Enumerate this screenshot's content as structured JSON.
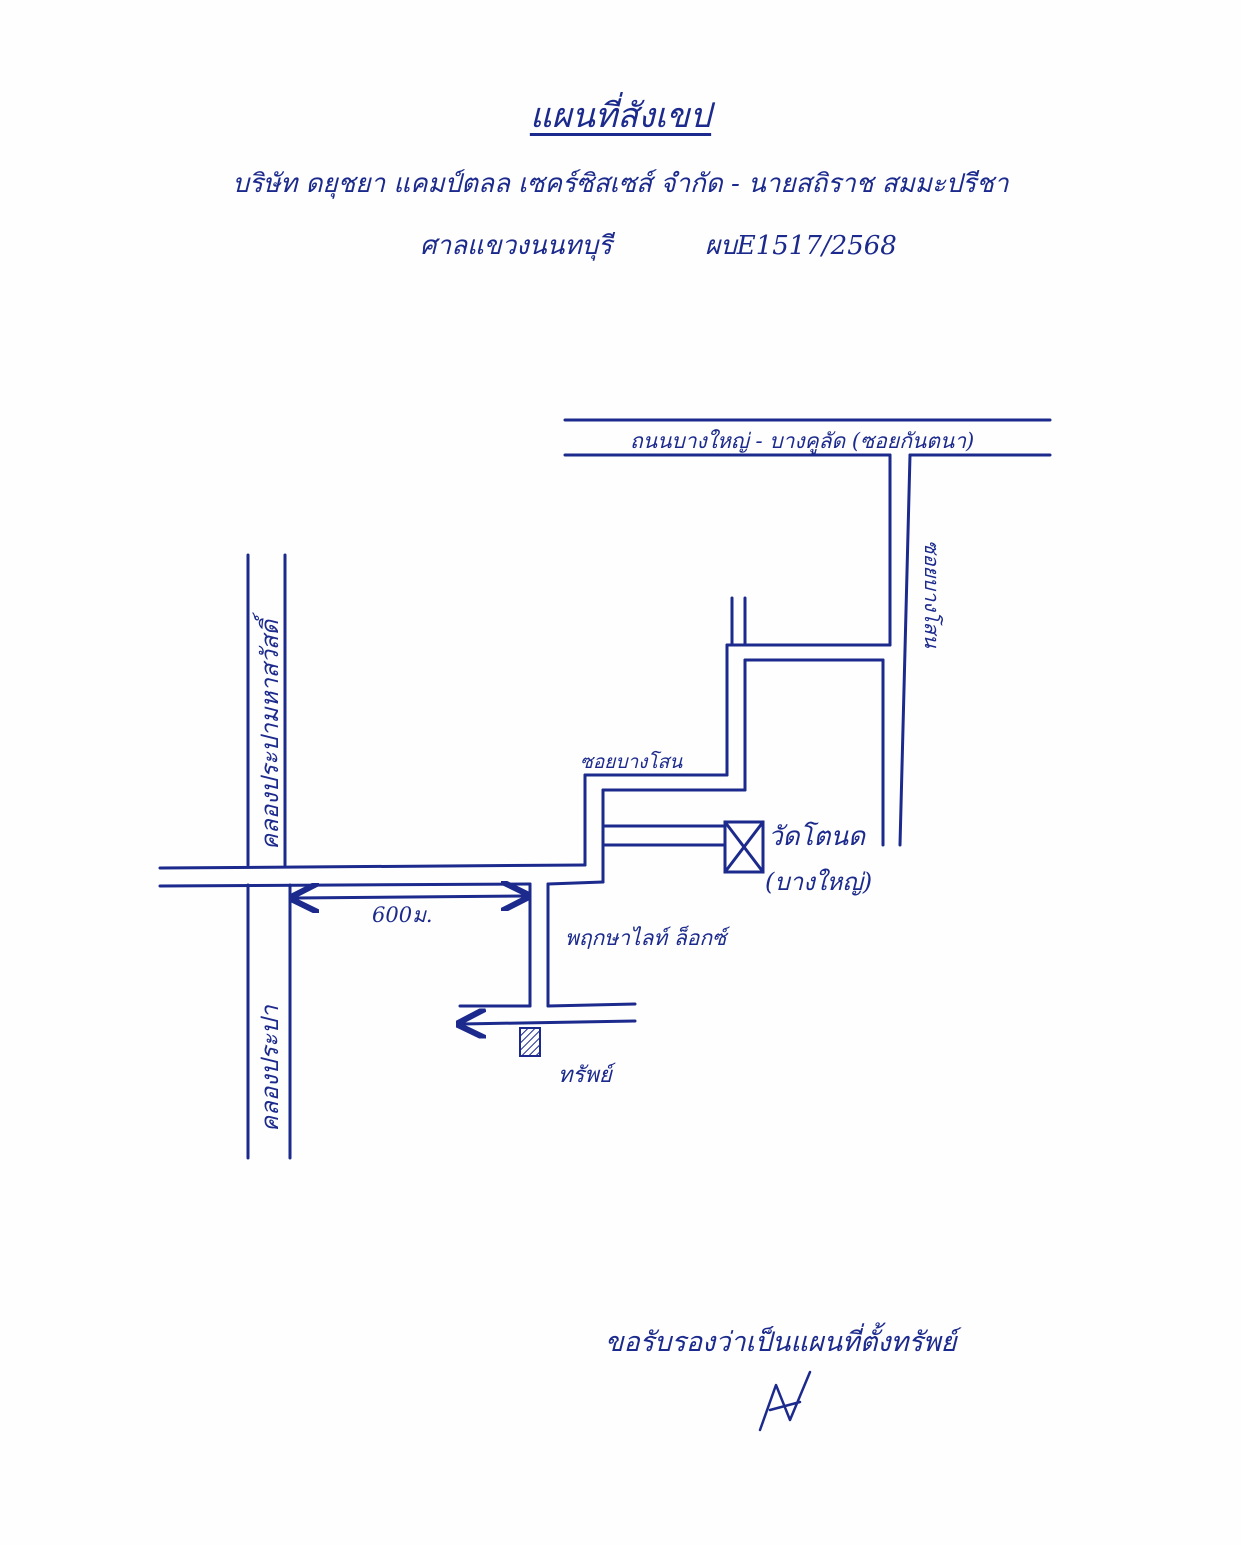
{
  "header": {
    "title": "แผนที่สังเขป",
    "parties": "บริษัท ดยุชยา แคมป์ตลล เซคร์ซิสเซส์ จำกัด - นายสถิราช สมมะปรีชา",
    "court": "ศาลแขวงนนทบุรี",
    "case_number": "ผบE1517/2568"
  },
  "map": {
    "roads": {
      "main_top": "ถนนบางใหญ่ - บางคูลัด (ซอยกันตนา)",
      "soi_right": "ซอยบางโสน",
      "soi_middle": "ซอยบางโสน",
      "canal_upper": "คลองประปามหาสวัสดิ์",
      "canal_lower": "คลองประปา"
    },
    "distance_label": "600ม.",
    "landmarks": {
      "temple": "วัดโตนด",
      "temple_sub": "(บางใหญ่)",
      "village": "พฤกษาไลท์ ล็อกซ์",
      "property": "ทรัพย์"
    }
  },
  "footer": {
    "certification": "ขอรับรองว่าเป็นแผนที่ตั้งทรัพย์",
    "signature_mark": "signature"
  }
}
